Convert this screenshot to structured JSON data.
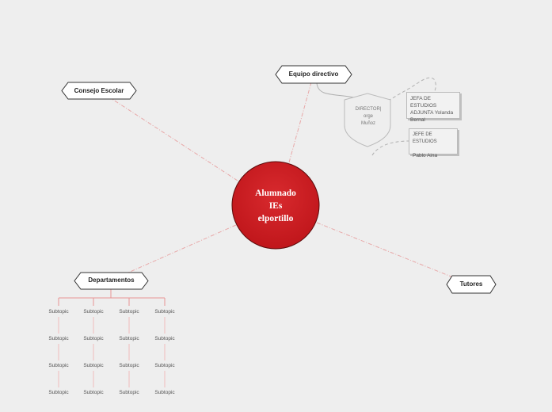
{
  "central": {
    "lines": [
      "Alumnado",
      "IEs",
      "elportillo"
    ]
  },
  "topics": {
    "consejo": "Consejo Escolar",
    "equipo": "Equipo directivo",
    "departamentos": "Departamentos",
    "tutores": "Tutores"
  },
  "equipo_children": {
    "director": [
      "DIRECTOR|",
      "orge",
      "Muñoz"
    ],
    "jefa_adjunta": [
      "JEFA DE ESTUDIOS",
      "ADJUNTA Yolanda",
      "Bernal"
    ],
    "jefe": {
      "title": "JEFE DE ESTUDIOS",
      "name": "Pablo Aina"
    }
  },
  "subtopics": [
    [
      "Subtopic",
      "Subtopic",
      "Subtopic",
      "Subtopic"
    ],
    [
      "Subtopic",
      "Subtopic",
      "Subtopic",
      "Subtopic"
    ],
    [
      "Subtopic",
      "Subtopic",
      "Subtopic",
      "Subtopic"
    ],
    [
      "Subtopic",
      "Subtopic",
      "Subtopic",
      "Subtopic"
    ]
  ],
  "colors": {
    "background": "#eeeeee",
    "central": "#cc1a1f",
    "connector": "#e8a8a8",
    "gray_connector": "#b0b0b0"
  }
}
